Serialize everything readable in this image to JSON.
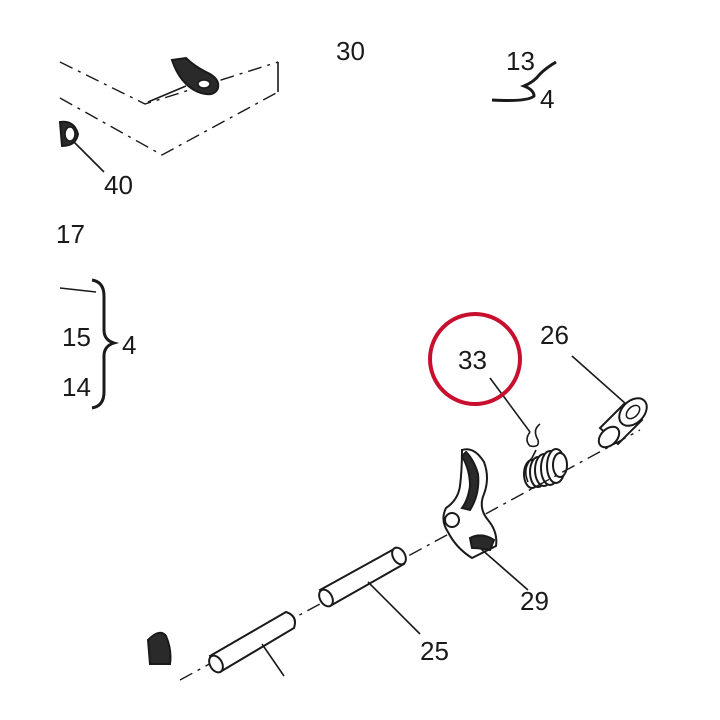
{
  "callouts": {
    "c40": "40",
    "c17": "17",
    "c15": "15",
    "c14": "14",
    "c4_left": "4",
    "c13": "13",
    "c4_top": "4",
    "c33": "33",
    "c26": "26",
    "c29": "29",
    "c25": "25",
    "c_partial_top": "30"
  },
  "highlight": {
    "target_part": "33",
    "color": "#c8102e"
  },
  "colors": {
    "ink": "#1a1a1a",
    "background": "#ffffff"
  }
}
